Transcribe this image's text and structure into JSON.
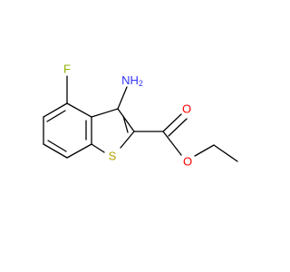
{
  "molecule": {
    "atom_labels": {
      "amino": "NH",
      "amino_h_count": "2",
      "fluorine": "F",
      "sulfur": "S",
      "carbonyl_oxygen": "O",
      "ester_oxygen": "O"
    },
    "colors": {
      "bond": "#000000",
      "nitrogen": "#3333ff",
      "fluorine": "#8fb000",
      "sulfur": "#b8a000",
      "oxygen": "#ff0000"
    }
  }
}
